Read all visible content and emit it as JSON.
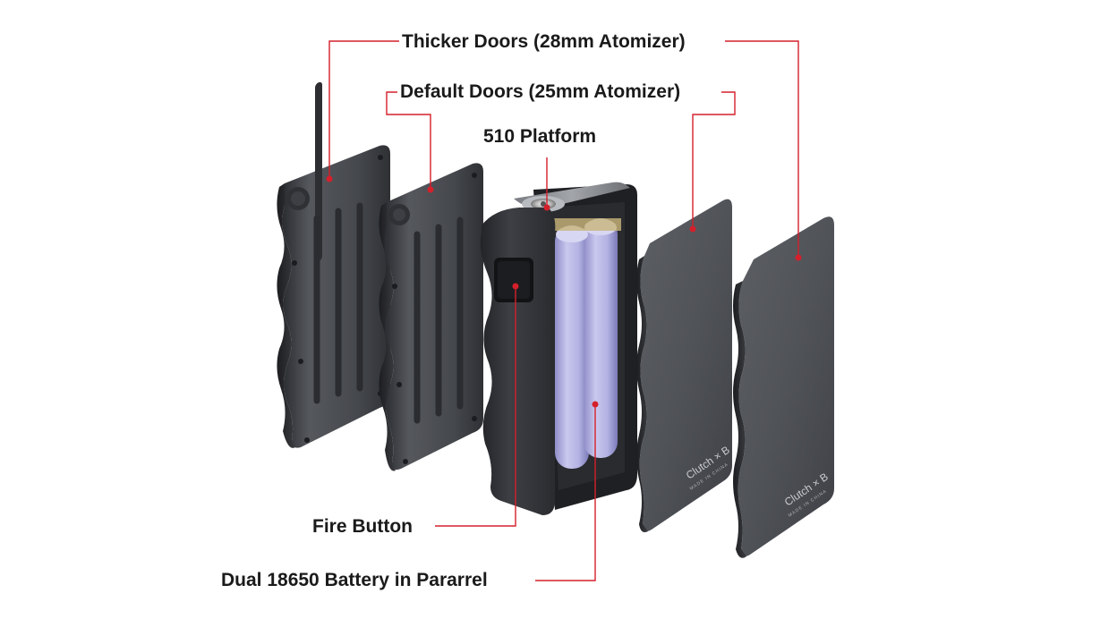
{
  "labels": {
    "thicker_doors": "Thicker Doors (28mm Atomizer)",
    "default_doors": "Default Doors (25mm Atomizer)",
    "platform": "510 Platform",
    "fire_button": "Fire Button",
    "battery": "Dual 18650 Battery in Pararrel"
  },
  "branding": {
    "logo": "Clutch × B",
    "sub": "MADE IN CHINA"
  },
  "colors": {
    "leader": "#d4202b",
    "text": "#1a1a1a",
    "metal": "#4a4d52",
    "battery": "#b7b6e0"
  }
}
